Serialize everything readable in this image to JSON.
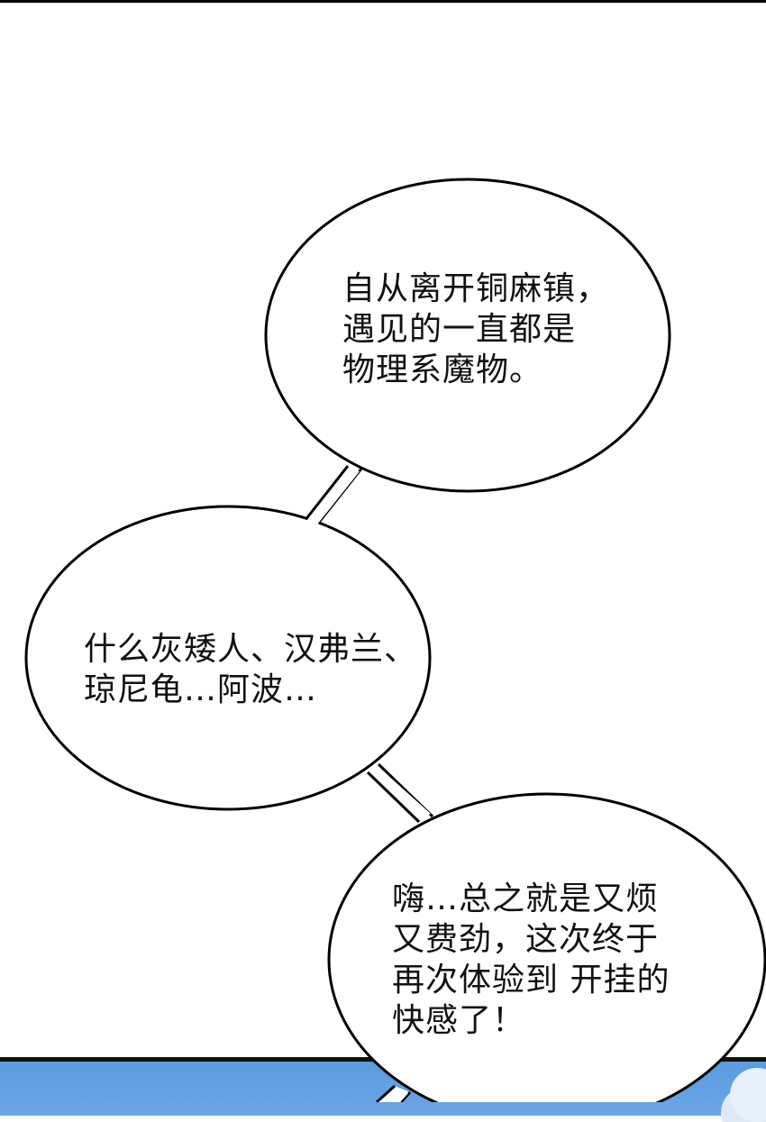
{
  "panel": {
    "background": "#ffffff",
    "sky_color": "#5b9be0"
  },
  "bubbles": [
    {
      "lines": [
        "自从离开铜麻镇，",
        "遇见的一直都是",
        "物理系魔物。"
      ]
    },
    {
      "lines": [
        "什么灰矮人、汉弗兰、",
        "琼尼龟…阿波…"
      ]
    },
    {
      "lines": [
        "嗨…总之就是又烦",
        "又费劲，这次终于",
        "再次体验到 开挂的",
        "快感了！"
      ]
    }
  ]
}
